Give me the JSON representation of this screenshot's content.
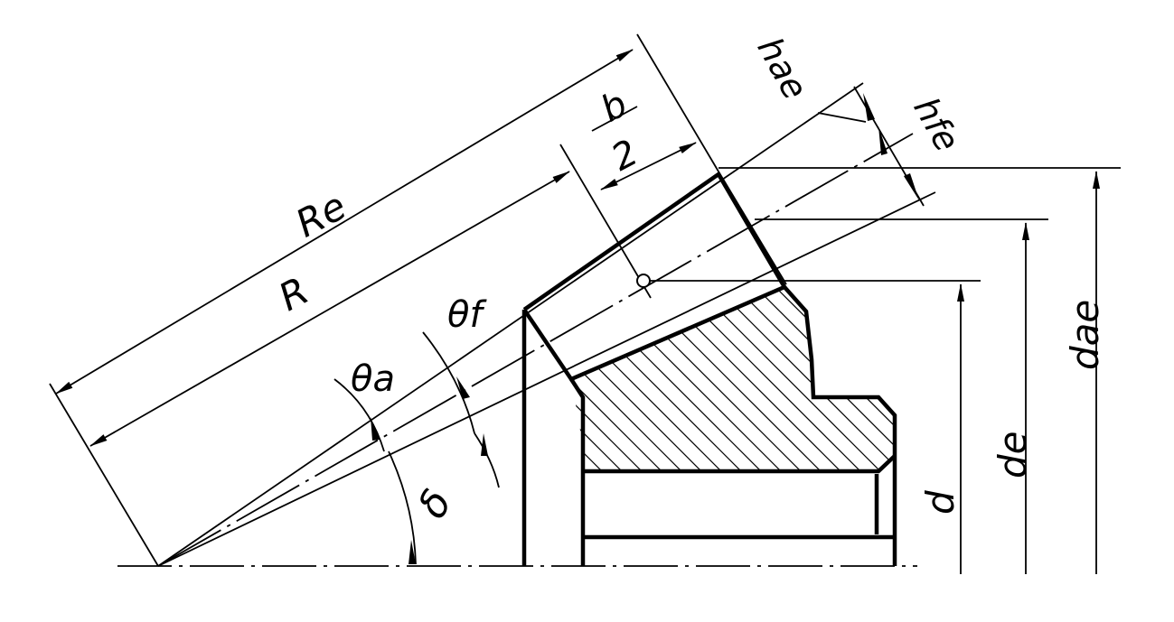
{
  "labels": {
    "Re": "Re",
    "R": "R",
    "b_over_2_num": "b",
    "b_over_2_den": "2",
    "hae": "hae",
    "hfe": "hfe",
    "theta_a": "θa",
    "theta_f": "θf",
    "delta": "δ",
    "d": "d",
    "de": "de",
    "dae": "dae"
  }
}
